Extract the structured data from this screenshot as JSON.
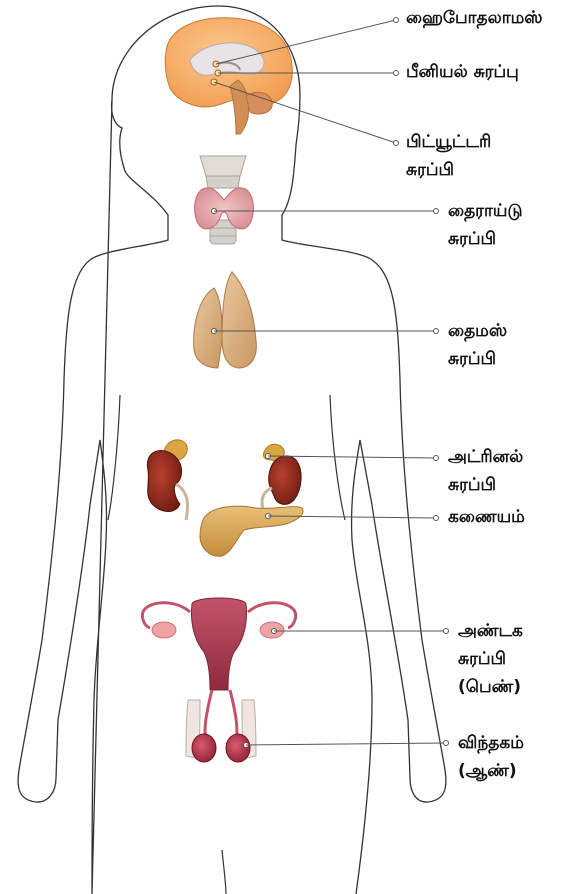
{
  "labels": {
    "hypothalamus": "ஹைபோதலாமஸ்",
    "pineal": "பீனியல் சுரப்பு",
    "pituitary": [
      "பிட்யூட்டரி",
      "சுரப்பி"
    ],
    "thyroid": [
      "தைராய்டு",
      "சுரப்பி"
    ],
    "thymus": [
      "தைமஸ்",
      "சுரப்பி"
    ],
    "adrenal": [
      "அட்ரினல்",
      "சுரப்பி"
    ],
    "pancreas": "கணையம்",
    "ovary": [
      "அண்டக",
      "சுரப்பி",
      "(பெண்)"
    ],
    "testis": [
      "விந்தகம்",
      "(ஆண்)"
    ]
  },
  "colors": {
    "outline": "#333333",
    "leader_line": "#555555",
    "brain": "#f4a65c",
    "thyroid": "#e8a9ad",
    "thymus": "#d9b183",
    "kidney": "#8e2b1f",
    "adrenal": "#d9a641",
    "pancreas": "#d8a85a",
    "uterus": "#a83b50",
    "ovary": "#f0a3a3",
    "testis": "#b22d45"
  }
}
